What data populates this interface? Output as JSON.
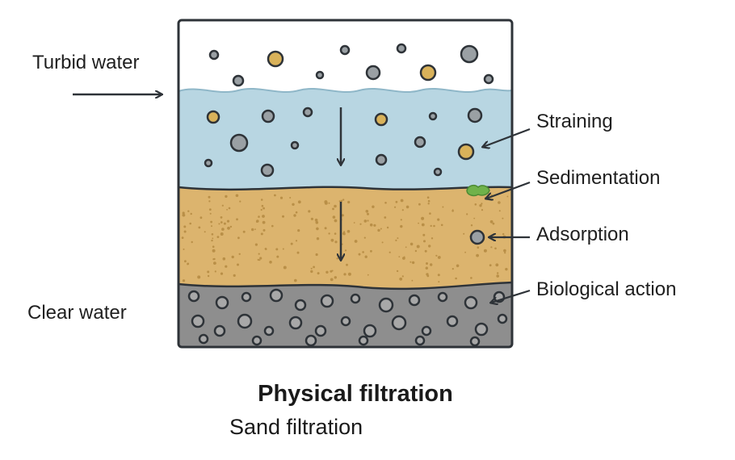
{
  "labels": {
    "turbid_water": "Turbid water",
    "clear_water": "Clear water",
    "straining": "Straining",
    "sedimentation": "Sedimentation",
    "adsorption": "Adsorption",
    "biological_action": "Biological action"
  },
  "title": "Physical filtration",
  "subtitle": "Sand filtration",
  "colors": {
    "air": "#ffffff",
    "water": "#b8d6e2",
    "sand": "#dcb46e",
    "gravel": "#8e8e8e",
    "outline": "#2e3338",
    "particle_gold": "#d9b25a",
    "particle_gray": "#9aa0a4",
    "biofilm": "#6fb24a"
  },
  "icons": [
    "right-arrow-icon",
    "down-arrow-icon",
    "pointer-arrow-icon"
  ]
}
